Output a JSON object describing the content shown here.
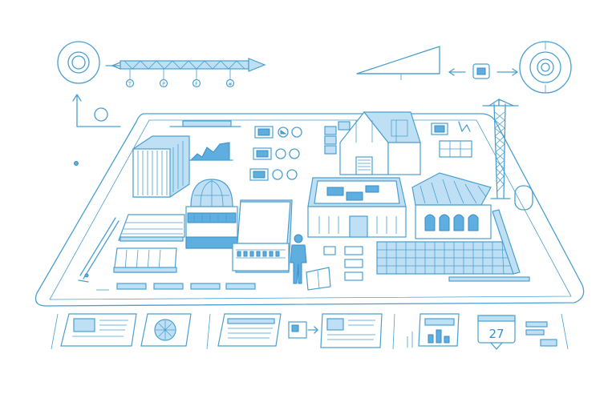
{
  "calendar_tile": {
    "day": "27"
  },
  "timeline": {
    "markers": [
      "T",
      "P",
      "F",
      "#"
    ]
  },
  "colors": {
    "line": "#4a9fd0",
    "fill_light": "#bfe0f4",
    "fill_dark": "#5eaee0"
  }
}
